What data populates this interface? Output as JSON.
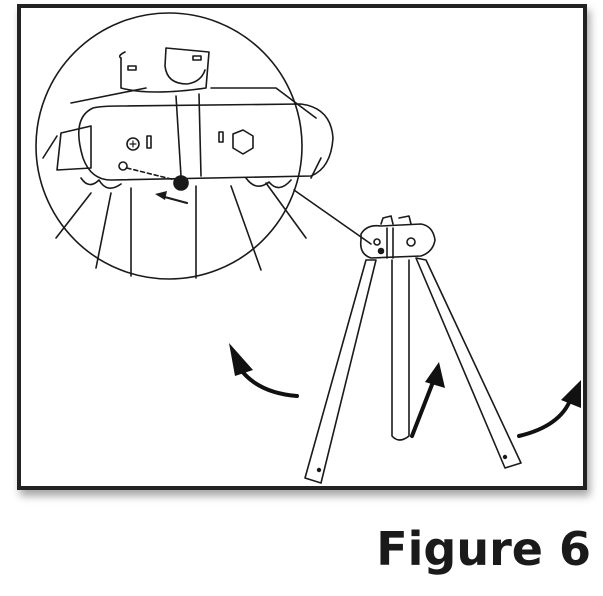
{
  "figure": {
    "caption": "Figure 6",
    "description": "Tripod stand assembly: legs spread outward, bolt inserted into hub (detail inset)",
    "colors": {
      "line": "#1a1a1a",
      "border": "#222222",
      "background": "#ffffff"
    }
  },
  "illustration": {
    "inset": {
      "label": "detail-magnified-hub",
      "shape": "circle"
    },
    "arrows": [
      "leg-left-spread-arrow",
      "leg-center-push-arrow",
      "leg-right-spread-arrow",
      "bolt-insert-arrow"
    ]
  }
}
